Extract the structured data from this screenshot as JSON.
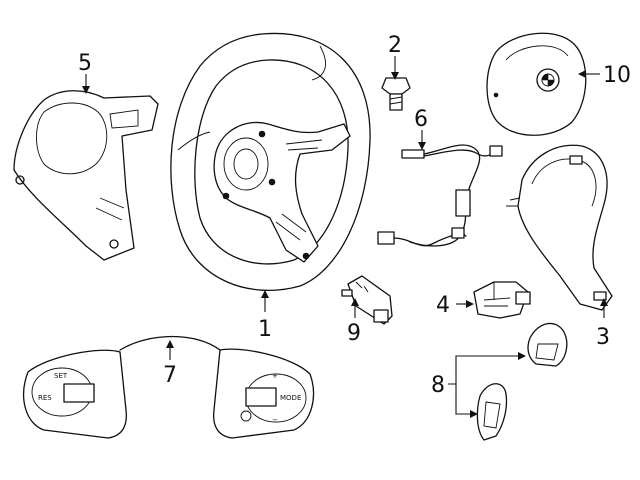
{
  "callouts": [
    {
      "id": "1",
      "label": "1"
    },
    {
      "id": "2",
      "label": "2"
    },
    {
      "id": "3",
      "label": "3"
    },
    {
      "id": "4",
      "label": "4"
    },
    {
      "id": "5",
      "label": "5"
    },
    {
      "id": "6",
      "label": "6"
    },
    {
      "id": "7",
      "label": "7"
    },
    {
      "id": "8",
      "label": "8"
    },
    {
      "id": "9",
      "label": "9"
    },
    {
      "id": "10",
      "label": "10"
    }
  ],
  "button_labels": {
    "set": "SET",
    "res": "RES",
    "mode": "MODE",
    "plus": "+",
    "minus": "−"
  },
  "colors": {
    "line": "#111111",
    "background": "#ffffff"
  }
}
